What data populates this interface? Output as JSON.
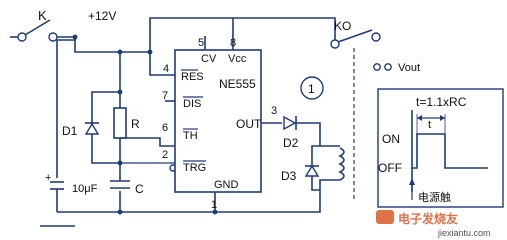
{
  "switches": {
    "k": "K",
    "ko": "KO"
  },
  "supply": {
    "v12": "+12V",
    "vout": "Vout"
  },
  "ic": {
    "name": "NE555",
    "pin5": "5",
    "pin8": "8",
    "cv": "CV",
    "vcc": "Vcc",
    "pin4": "4",
    "res": "RES",
    "pin7": "7",
    "dis": "DIS",
    "pin6": "6",
    "th": "TH",
    "pin2": "2",
    "trg": "TRG",
    "pin3": "3",
    "out": "OUT",
    "pin1": "1",
    "gnd": "GND"
  },
  "parts": {
    "d1": "D1",
    "r": "R",
    "c": "C",
    "cap10": "10μF",
    "d2": "D2",
    "d3": "D3",
    "circle_num": "1"
  },
  "timing": {
    "formula": "t=1.1xRC",
    "t": "t",
    "on": "ON",
    "off": "OFF",
    "trigger": "电源触"
  },
  "watermark": {
    "cn": "电子发烧友",
    "url": "jiexiantu.com"
  }
}
